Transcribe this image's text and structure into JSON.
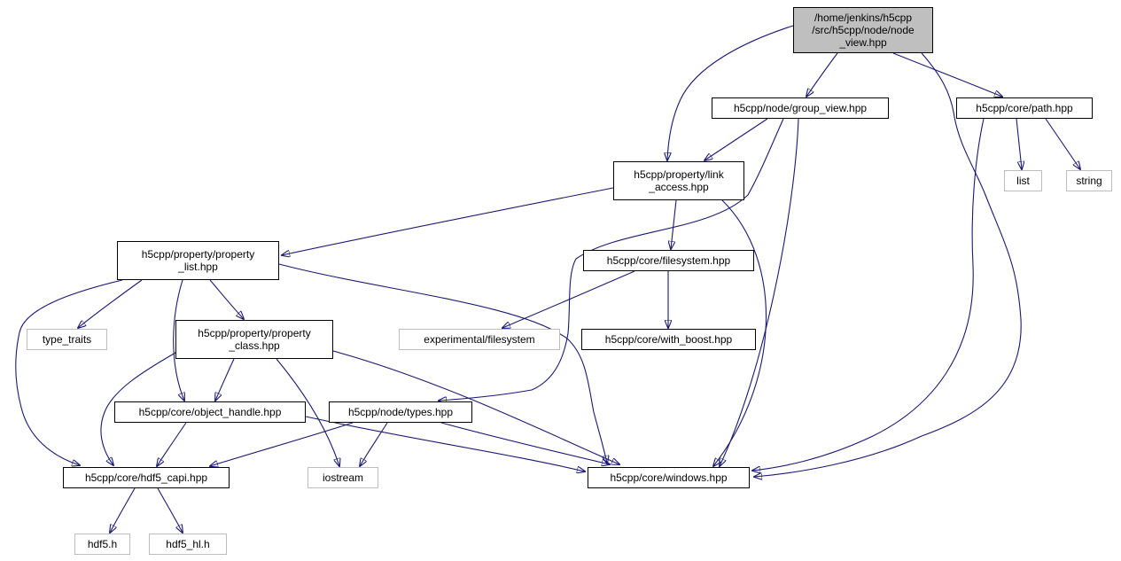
{
  "diagram": {
    "type": "include-dependency-graph",
    "colors": {
      "background": "#ffffff",
      "edge": "#191970",
      "node_border": "#000000",
      "external_node_border": "#bdbdbd",
      "root_fill": "#bfbfbf",
      "node_fill": "#ffffff",
      "text": "#000000"
    },
    "nodes": {
      "node_view": {
        "label": "/home/jenkins/h5cpp/src/h5cpp/node/node_view.hpp",
        "lines": [
          "/home/jenkins/h5cpp",
          "/src/h5cpp/node/node",
          "_view.hpp"
        ],
        "kind": "root"
      },
      "group_view": {
        "label": "h5cpp/node/group_view.hpp",
        "lines": [
          "h5cpp/node/group_view.hpp"
        ],
        "kind": "internal"
      },
      "path": {
        "label": "h5cpp/core/path.hpp",
        "lines": [
          "h5cpp/core/path.hpp"
        ],
        "kind": "internal"
      },
      "link_access": {
        "label": "h5cpp/property/link_access.hpp",
        "lines": [
          "h5cpp/property/link",
          "_access.hpp"
        ],
        "kind": "internal"
      },
      "list": {
        "label": "list",
        "lines": [
          "list"
        ],
        "kind": "external"
      },
      "string": {
        "label": "string",
        "lines": [
          "string"
        ],
        "kind": "external"
      },
      "property_list": {
        "label": "h5cpp/property/property_list.hpp",
        "lines": [
          "h5cpp/property/property",
          "_list.hpp"
        ],
        "kind": "internal"
      },
      "filesystem": {
        "label": "h5cpp/core/filesystem.hpp",
        "lines": [
          "h5cpp/core/filesystem.hpp"
        ],
        "kind": "internal"
      },
      "type_traits": {
        "label": "type_traits",
        "lines": [
          "type_traits"
        ],
        "kind": "external"
      },
      "property_class": {
        "label": "h5cpp/property/property_class.hpp",
        "lines": [
          "h5cpp/property/property",
          "_class.hpp"
        ],
        "kind": "internal"
      },
      "experimental_filesystem": {
        "label": "experimental/filesystem",
        "lines": [
          "experimental/filesystem"
        ],
        "kind": "external"
      },
      "with_boost": {
        "label": "h5cpp/core/with_boost.hpp",
        "lines": [
          "h5cpp/core/with_boost.hpp"
        ],
        "kind": "internal"
      },
      "object_handle": {
        "label": "h5cpp/core/object_handle.hpp",
        "lines": [
          "h5cpp/core/object_handle.hpp"
        ],
        "kind": "internal"
      },
      "types": {
        "label": "h5cpp/node/types.hpp",
        "lines": [
          "h5cpp/node/types.hpp"
        ],
        "kind": "internal"
      },
      "hdf5_capi": {
        "label": "h5cpp/core/hdf5_capi.hpp",
        "lines": [
          "h5cpp/core/hdf5_capi.hpp"
        ],
        "kind": "internal"
      },
      "iostream": {
        "label": "iostream",
        "lines": [
          "iostream"
        ],
        "kind": "external"
      },
      "windows": {
        "label": "h5cpp/core/windows.hpp",
        "lines": [
          "h5cpp/core/windows.hpp"
        ],
        "kind": "internal"
      },
      "hdf5_h": {
        "label": "hdf5.h",
        "lines": [
          "hdf5.h"
        ],
        "kind": "external"
      },
      "hdf5_hl_h": {
        "label": "hdf5_hl.h",
        "lines": [
          "hdf5_hl.h"
        ],
        "kind": "external"
      }
    },
    "edges": [
      {
        "from": "node_view",
        "to": "group_view"
      },
      {
        "from": "node_view",
        "to": "path"
      },
      {
        "from": "node_view",
        "to": "link_access"
      },
      {
        "from": "node_view",
        "to": "windows"
      },
      {
        "from": "group_view",
        "to": "link_access"
      },
      {
        "from": "group_view",
        "to": "types"
      },
      {
        "from": "group_view",
        "to": "windows"
      },
      {
        "from": "path",
        "to": "list"
      },
      {
        "from": "path",
        "to": "string"
      },
      {
        "from": "path",
        "to": "windows"
      },
      {
        "from": "link_access",
        "to": "property_list"
      },
      {
        "from": "link_access",
        "to": "filesystem"
      },
      {
        "from": "link_access",
        "to": "windows"
      },
      {
        "from": "filesystem",
        "to": "experimental_filesystem"
      },
      {
        "from": "filesystem",
        "to": "with_boost"
      },
      {
        "from": "property_list",
        "to": "type_traits"
      },
      {
        "from": "property_list",
        "to": "property_class"
      },
      {
        "from": "property_list",
        "to": "object_handle"
      },
      {
        "from": "property_list",
        "to": "hdf5_capi"
      },
      {
        "from": "property_list",
        "to": "windows"
      },
      {
        "from": "property_class",
        "to": "object_handle"
      },
      {
        "from": "property_class",
        "to": "hdf5_capi"
      },
      {
        "from": "property_class",
        "to": "iostream"
      },
      {
        "from": "property_class",
        "to": "windows"
      },
      {
        "from": "object_handle",
        "to": "hdf5_capi"
      },
      {
        "from": "object_handle",
        "to": "windows"
      },
      {
        "from": "types",
        "to": "iostream"
      },
      {
        "from": "types",
        "to": "hdf5_capi"
      },
      {
        "from": "types",
        "to": "windows"
      },
      {
        "from": "hdf5_capi",
        "to": "hdf5_h"
      },
      {
        "from": "hdf5_capi",
        "to": "hdf5_hl_h"
      }
    ]
  }
}
